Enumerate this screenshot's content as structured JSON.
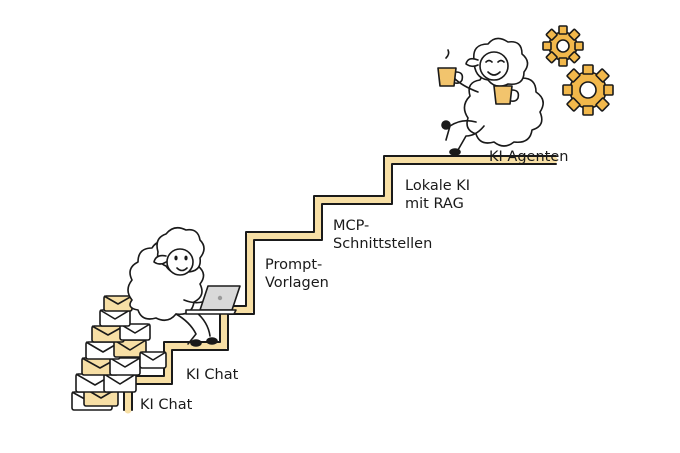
{
  "steps": [
    {
      "label": "KI Chat"
    },
    {
      "label": "KI Chat"
    },
    {
      "label_line1": "Prompt-",
      "label_line2": "Vorlagen"
    },
    {
      "label_line1": "MCP-",
      "label_line2": "Schnittstellen"
    },
    {
      "label_line1": "Lokale KI",
      "label_line2": "mit RAG"
    },
    {
      "label": "KI Agenten"
    }
  ],
  "colors": {
    "stair_fill": "#f7dfa5",
    "stair_outline": "#1a1a1a",
    "accent": "#f2c46d",
    "gear": "#f2b84b"
  },
  "illustrations": {
    "bottom": [
      "sheep-with-laptop",
      "envelope-stack"
    ],
    "top": [
      "sheep-with-coffee-cups",
      "gears"
    ]
  }
}
